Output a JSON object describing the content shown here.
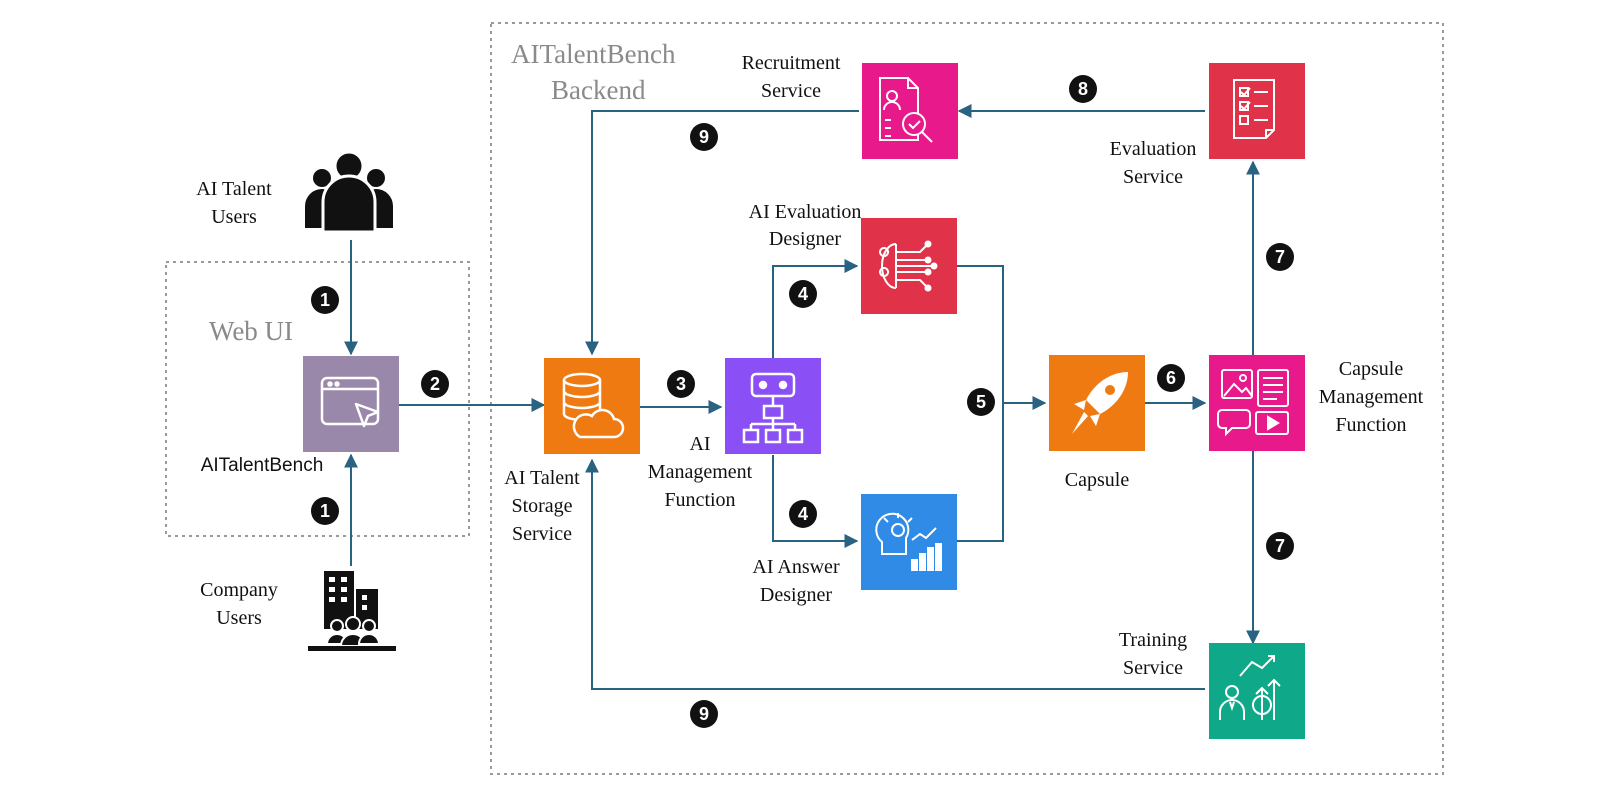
{
  "groups": {
    "backend": {
      "title_line1": "AITalentBench",
      "title_line2": "Backend"
    },
    "webui": {
      "title": "Web UI"
    }
  },
  "actors": {
    "talent": {
      "line1": "AI Talent",
      "line2": "Users",
      "icon": "users-group-icon"
    },
    "company": {
      "line1": "Company",
      "line2": "Users",
      "icon": "company-building-icon"
    }
  },
  "nodes": {
    "webapp": {
      "label": "AITalentBench",
      "color": "#9a88aa",
      "icon": "browser-cursor-icon"
    },
    "storage": {
      "line1": "AI Talent",
      "line2": "Storage",
      "line3": "Service",
      "color": "#f07a12",
      "icon": "database-cloud-icon"
    },
    "management": {
      "line1": "AI",
      "line2": "Management",
      "line3": "Function",
      "color": "#8a4ff5",
      "icon": "robot-flowchart-icon"
    },
    "eval_designer": {
      "line1": "AI Evaluation",
      "line2": "Designer",
      "color": "#e0334a",
      "icon": "neural-chip-icon"
    },
    "answer_designer": {
      "line1": "AI Answer",
      "line2": "Designer",
      "color": "#2f8be6",
      "icon": "lightbulb-chart-icon"
    },
    "capsule": {
      "label": "Capsule",
      "color": "#f07a12",
      "icon": "rocket-icon"
    },
    "capsule_mgmt": {
      "line1": "Capsule",
      "line2": "Management",
      "line3": "Function",
      "color": "#e8198b",
      "icon": "media-content-icon"
    },
    "recruitment": {
      "line1": "Recruitment",
      "line2": "Service",
      "color": "#e8198b",
      "icon": "resume-search-icon"
    },
    "evaluation": {
      "line1": "Evaluation",
      "line2": "Service",
      "color": "#e0334a",
      "icon": "checklist-icon"
    },
    "training": {
      "line1": "Training",
      "line2": "Service",
      "color": "#0fa888",
      "icon": "growth-training-icon"
    }
  },
  "steps": [
    "1",
    "1",
    "2",
    "3",
    "4",
    "4",
    "5",
    "6",
    "7",
    "7",
    "8",
    "9",
    "9"
  ],
  "colors": {
    "connector": "#2a6282",
    "badge": "#111111",
    "group_border": "#9a9a9a"
  }
}
